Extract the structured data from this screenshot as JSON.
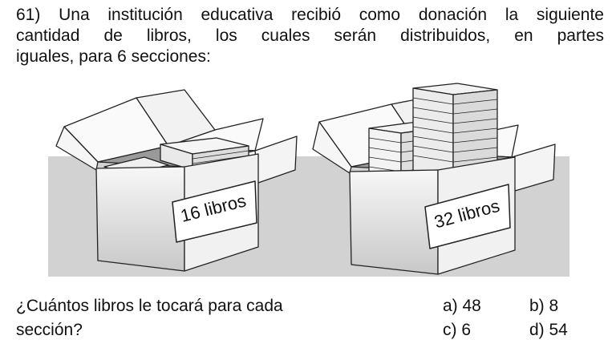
{
  "problem": {
    "lines": [
      "61) Una institución educativa recibió como donación la siguiente",
      "cantidad de libros, los cuales serán distribuidos, en partes",
      "iguales, para 6 secciones:"
    ]
  },
  "figure": {
    "box_left_label": "16 libros",
    "box_right_label": "32 libros"
  },
  "question": {
    "lines": [
      "¿Cuántos libros le tocará para cada",
      "sección?"
    ]
  },
  "options": {
    "a": "a) 48",
    "b": "b) 8",
    "c": "c)  6",
    "d": "d) 54"
  }
}
